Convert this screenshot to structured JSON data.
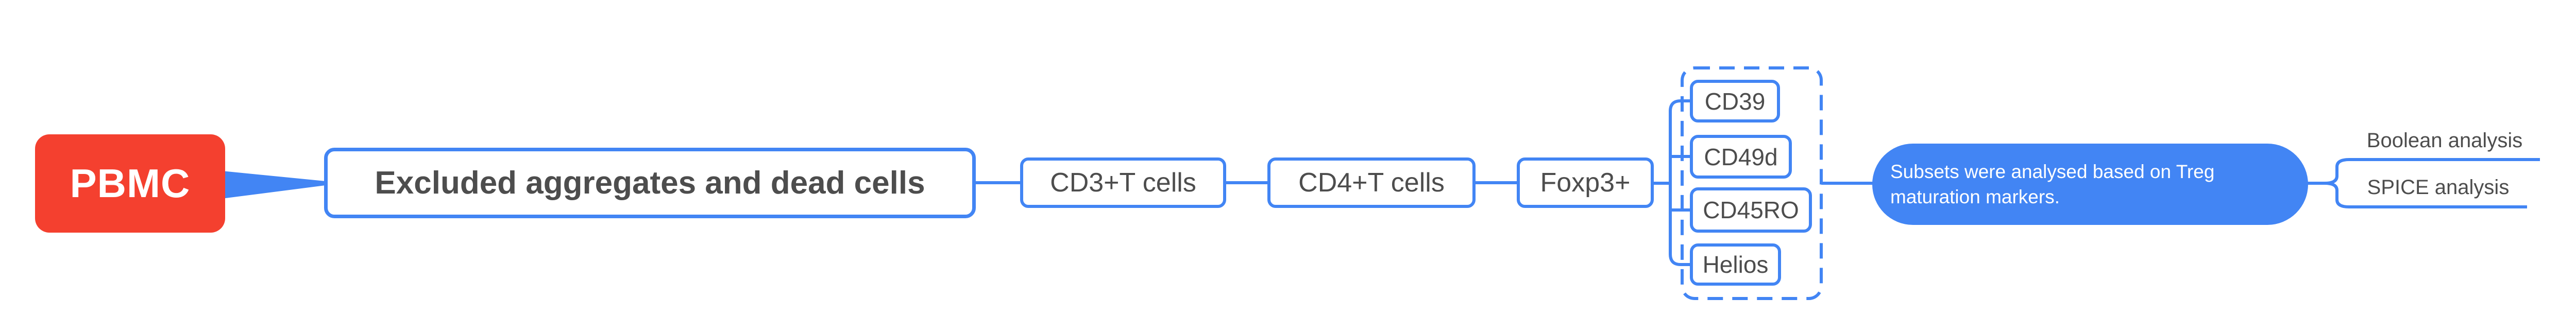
{
  "colors": {
    "accent_blue": "#4285f4",
    "node_red": "#f4402f",
    "text_dark": "#4d4d4d",
    "text_light": "#ffffff",
    "canvas_bg": "#ffffff"
  },
  "nodes": {
    "pbmc": {
      "label": "PBMC"
    },
    "excluded": {
      "label": "Excluded aggregates and dead cells"
    },
    "cd3": {
      "label": "CD3+T cells"
    },
    "cd4": {
      "label": "CD4+T cells"
    },
    "foxp3": {
      "label": "Foxp3+"
    },
    "markers": {
      "items": [
        {
          "label": "CD39"
        },
        {
          "label": "CD49d"
        },
        {
          "label": "CD45RO"
        },
        {
          "label": "Helios"
        }
      ]
    },
    "note": {
      "line1": "Subsets were analysed based on Treg",
      "line2": "maturation markers."
    },
    "analyses": {
      "items": [
        {
          "label": "Boolean analysis"
        },
        {
          "label": "SPICE analysis"
        }
      ]
    }
  }
}
